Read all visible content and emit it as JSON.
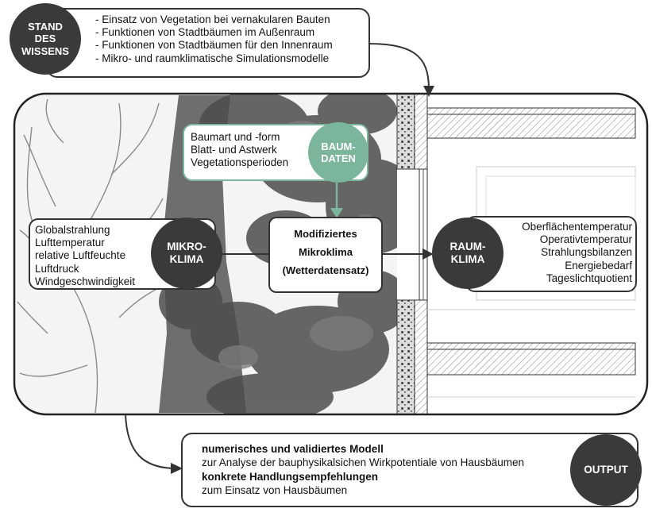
{
  "stand": {
    "circle": "STAND\nDES\nWISSENS",
    "items": [
      "- Einsatz von Vegetation bei vernakularen Bauten",
      "- Funktionen von Stadtbäumen im Außenraum",
      "- Funktionen von Stadtbäumen für den Innenraum",
      "- Mikro- und raumklimatische Simulationsmodelle"
    ]
  },
  "baumdaten": {
    "circle": "BAUM-\nDATEN",
    "items": [
      "Baumart und -form",
      "Blatt- und Astwerk",
      "Vegetationsperioden"
    ]
  },
  "mikroklima": {
    "circle": "MIKRO-\nKLIMA",
    "items": [
      "Globalstrahlung",
      "Lufttemperatur",
      "relative Luftfeuchte",
      "Luftdruck",
      "Windgeschwindigkeit"
    ]
  },
  "modifiziert": {
    "lines": [
      "Modifiziertes",
      "Mikroklima",
      "(Wetterdatensatz)"
    ]
  },
  "raumklima": {
    "circle": "RAUM-\nKLIMA",
    "items": [
      "Oberflächentemperatur",
      "Operativtemperatur",
      "Strahlungsbilanzen",
      "Energiebedarf",
      "Tageslichtquotient"
    ]
  },
  "output": {
    "circle": "OUTPUT",
    "line1": "numerisches und validiertes Modell",
    "line2": "zur Analyse der bauphysikalsichen Wirkpotentiale von Hausbäumen",
    "line3": "konkrete Handlungsempfehlungen",
    "line4": "zum Einsatz von Hausbäumen"
  },
  "colors": {
    "dark_circle": "#3a3a3a",
    "accent_green": "#7ab59c",
    "box_border": "#333333"
  }
}
